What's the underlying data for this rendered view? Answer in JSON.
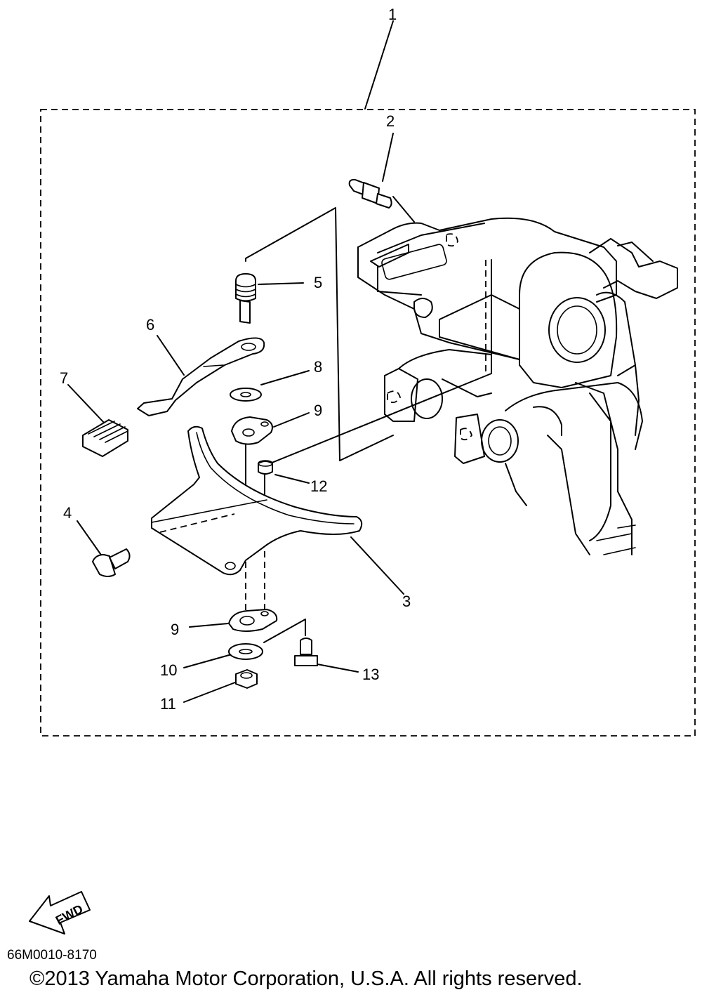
{
  "diagram": {
    "callouts": [
      "1",
      "2",
      "3",
      "4",
      "5",
      "6",
      "7",
      "8",
      "9",
      "9",
      "10",
      "11",
      "12",
      "13"
    ],
    "fwd_label": "FWD",
    "drawing_code": "66M0010-8170",
    "copyright": "©2013 Yamaha Motor Corporation, U.S.A. All rights reserved."
  }
}
